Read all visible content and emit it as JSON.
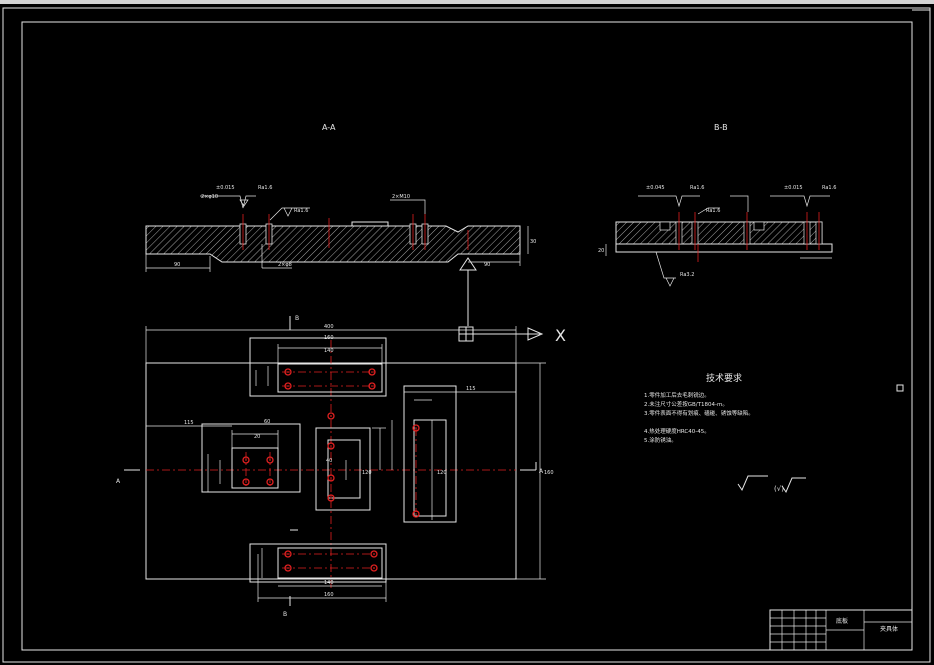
{
  "views": {
    "section_a_label": "A-A",
    "section_b_label": "B-B",
    "axis_x_label": "X",
    "cut_a_marker": "A",
    "cut_b_marker": "B"
  },
  "tech_requirements": {
    "title": "技术要求",
    "items": [
      "1.零件加工后去毛刺锐边。",
      "2.未注尺寸公差按GB/T1804-m。",
      "3.零件表面不得有划痕、磕碰、锈蚀等缺陷。",
      "4.热处理硬度HRC40-45。",
      "5.涂防锈油。"
    ]
  },
  "roughness": {
    "symbol_note": "(√)"
  },
  "dimensions": {
    "overall_length": "400",
    "overall_width": "160",
    "pad_length": "160",
    "pad_inner": "140",
    "offset_left": "115",
    "offset_right": "115",
    "small_block": "60",
    "center_block": "40",
    "small_gap": "20",
    "height_tag": "120",
    "section_a_left": "90",
    "section_a_right": "90",
    "section_a_thk": "30",
    "section_b_thk": "20",
    "tolerance_a": "±0.015",
    "tolerance_b": "±0.045",
    "tolerance_c": "±0.015",
    "hole_callout_a": "2×φ10",
    "hole_callout_b": "2×M10",
    "hole_callout_c": "2×φ8",
    "ra_a": "Ra1.6",
    "ra_b": "Ra1.6",
    "ra_c": "Ra3.2"
  },
  "title_block": {
    "part_name": "底板",
    "drawing_no": "夹具体"
  },
  "colors": {
    "background": "#000000",
    "outline": "#e6e6e6",
    "centerline": "#e02020"
  }
}
